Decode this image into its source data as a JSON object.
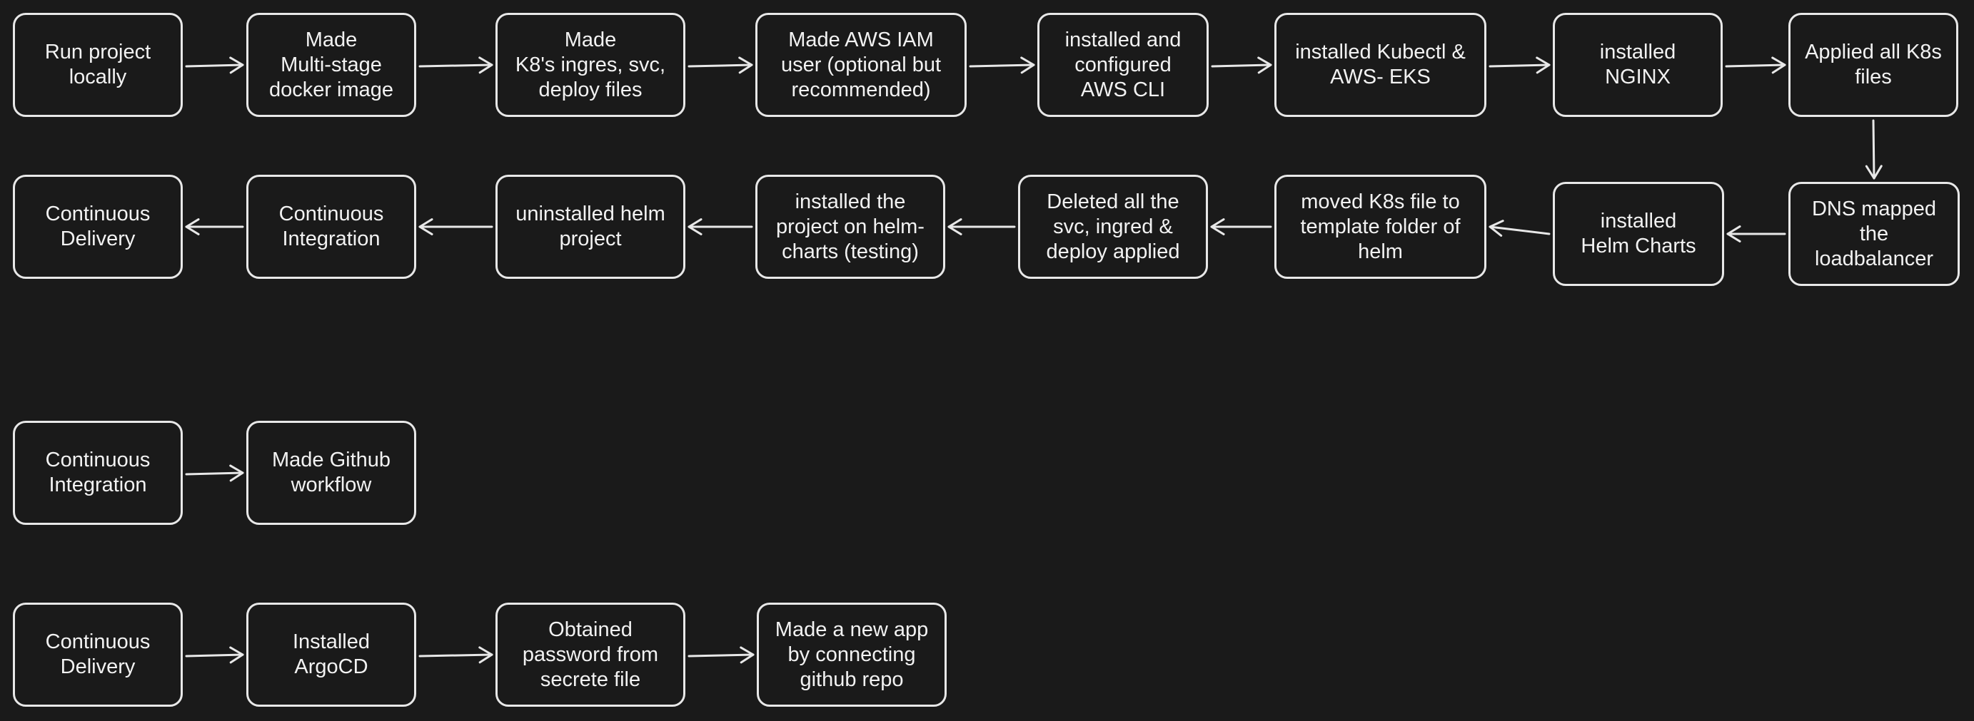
{
  "colors": {
    "background": "#1a1a1a",
    "stroke": "#e8e8e8",
    "text": "#f2f2f2"
  },
  "flows": [
    {
      "id": "main-pipeline",
      "steps": [
        {
          "id": "run-project-locally",
          "label": "Run project\nlocally"
        },
        {
          "id": "multi-stage-docker-image",
          "label": "Made\nMulti-stage\ndocker image"
        },
        {
          "id": "k8s-files",
          "label": "Made\nK8's ingres, svc,\ndeploy files"
        },
        {
          "id": "aws-iam-user",
          "label": "Made AWS IAM\nuser (optional but\nrecommended)"
        },
        {
          "id": "aws-cli",
          "label": "installed and\nconfigured\nAWS CLI"
        },
        {
          "id": "kubectl-eks",
          "label": "installed Kubectl &\nAWS- EKS"
        },
        {
          "id": "nginx",
          "label": "installed\nNGINX"
        },
        {
          "id": "applied-k8s-files",
          "label": "Applied all K8s\nfiles"
        },
        {
          "id": "dns-mapped",
          "label": "DNS mapped\nthe\nloadbalancer"
        },
        {
          "id": "helm-charts",
          "label": "installed\nHelm Charts"
        },
        {
          "id": "moved-k8s-files",
          "label": "moved K8s file to\ntemplate folder of\nhelm"
        },
        {
          "id": "deleted-applied",
          "label": "Deleted all the\nsvc, ingred &\ndeploy applied"
        },
        {
          "id": "installed-on-helm",
          "label": "installed the\nproject on helm-\ncharts (testing)"
        },
        {
          "id": "uninstalled-helm",
          "label": "uninstalled helm\nproject"
        },
        {
          "id": "ci",
          "label": "Continuous\nIntegration"
        },
        {
          "id": "cd",
          "label": "Continuous\nDelivery"
        }
      ]
    },
    {
      "id": "ci-pipeline",
      "steps": [
        {
          "id": "ci-start",
          "label": "Continuous\nIntegration"
        },
        {
          "id": "github-workflow",
          "label": "Made Github\nworkflow"
        }
      ]
    },
    {
      "id": "cd-pipeline",
      "steps": [
        {
          "id": "cd-start",
          "label": "Continuous\nDelivery"
        },
        {
          "id": "argocd",
          "label": "Installed\nArgoCD"
        },
        {
          "id": "password",
          "label": "Obtained\npassword from\nsecrete file"
        },
        {
          "id": "new-app",
          "label": "Made a new app\nby connecting\ngithub repo"
        }
      ]
    }
  ]
}
